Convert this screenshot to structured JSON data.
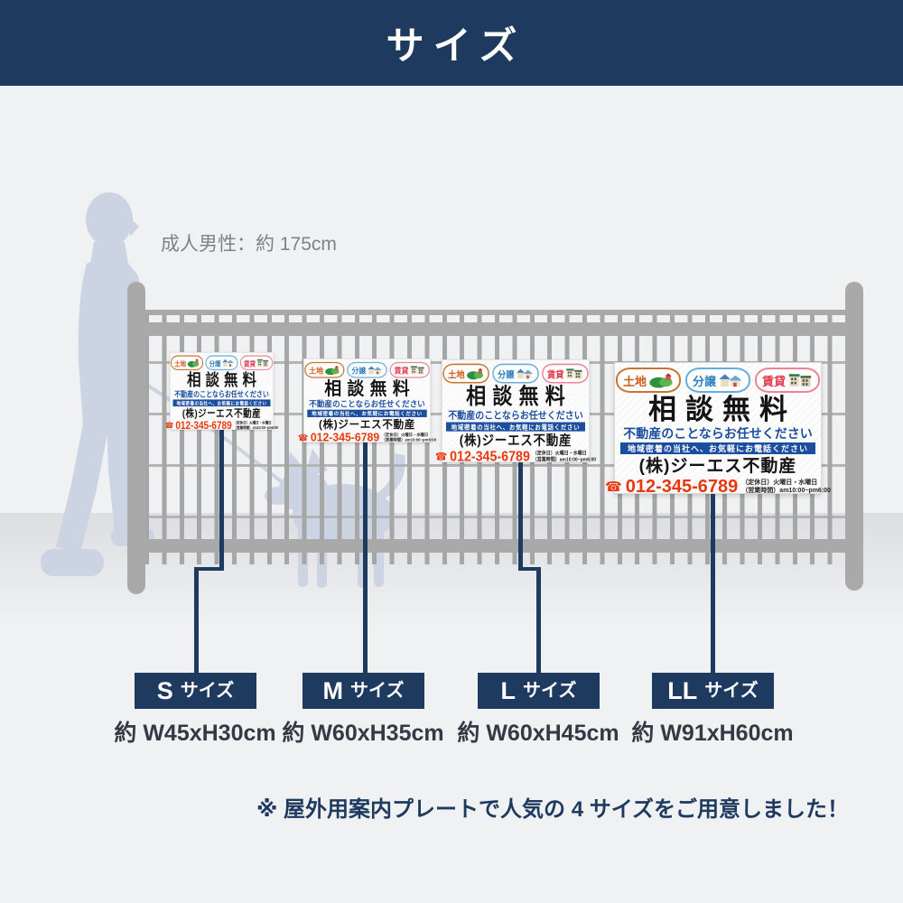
{
  "header": {
    "title": "サイズ"
  },
  "scene": {
    "height_label": "成人男性：約 175cm"
  },
  "sign": {
    "badges": [
      {
        "label": "土地"
      },
      {
        "label": "分譲"
      },
      {
        "label": "賃貸"
      }
    ],
    "title": "相談無料",
    "subtitle": "不動産のことならお任せください",
    "banner": "地域密着の当社へ、お気軽にお電話ください",
    "company": "(株)ジーエス不動産",
    "phone_icon": "☎",
    "phone": "012-345-6789",
    "phone_note_line1": "（定休日）火曜日・水曜日",
    "phone_note_line2": "（営業時間）am10:00~pm6:00"
  },
  "sizes": [
    {
      "letter": "S",
      "suffix": "サイズ",
      "dimensions": "約 W45xH30cm"
    },
    {
      "letter": "M",
      "suffix": "サイズ",
      "dimensions": "約 W60xH35cm"
    },
    {
      "letter": "L",
      "suffix": "サイズ",
      "dimensions": "約 W60xH45cm"
    },
    {
      "letter": "LL",
      "suffix": "サイズ",
      "dimensions": "約 W91xH60cm"
    }
  ],
  "footnote": "※ 屋外用案内プレートで人気の 4 サイズをご用意しました！",
  "colors": {
    "header_navy": "#1e3a5f",
    "sign_blue": "#1c4ea0",
    "phone_red": "#e8380d",
    "silhouette": "#ccd3e2",
    "fence_gray": "#a9a9a9"
  }
}
